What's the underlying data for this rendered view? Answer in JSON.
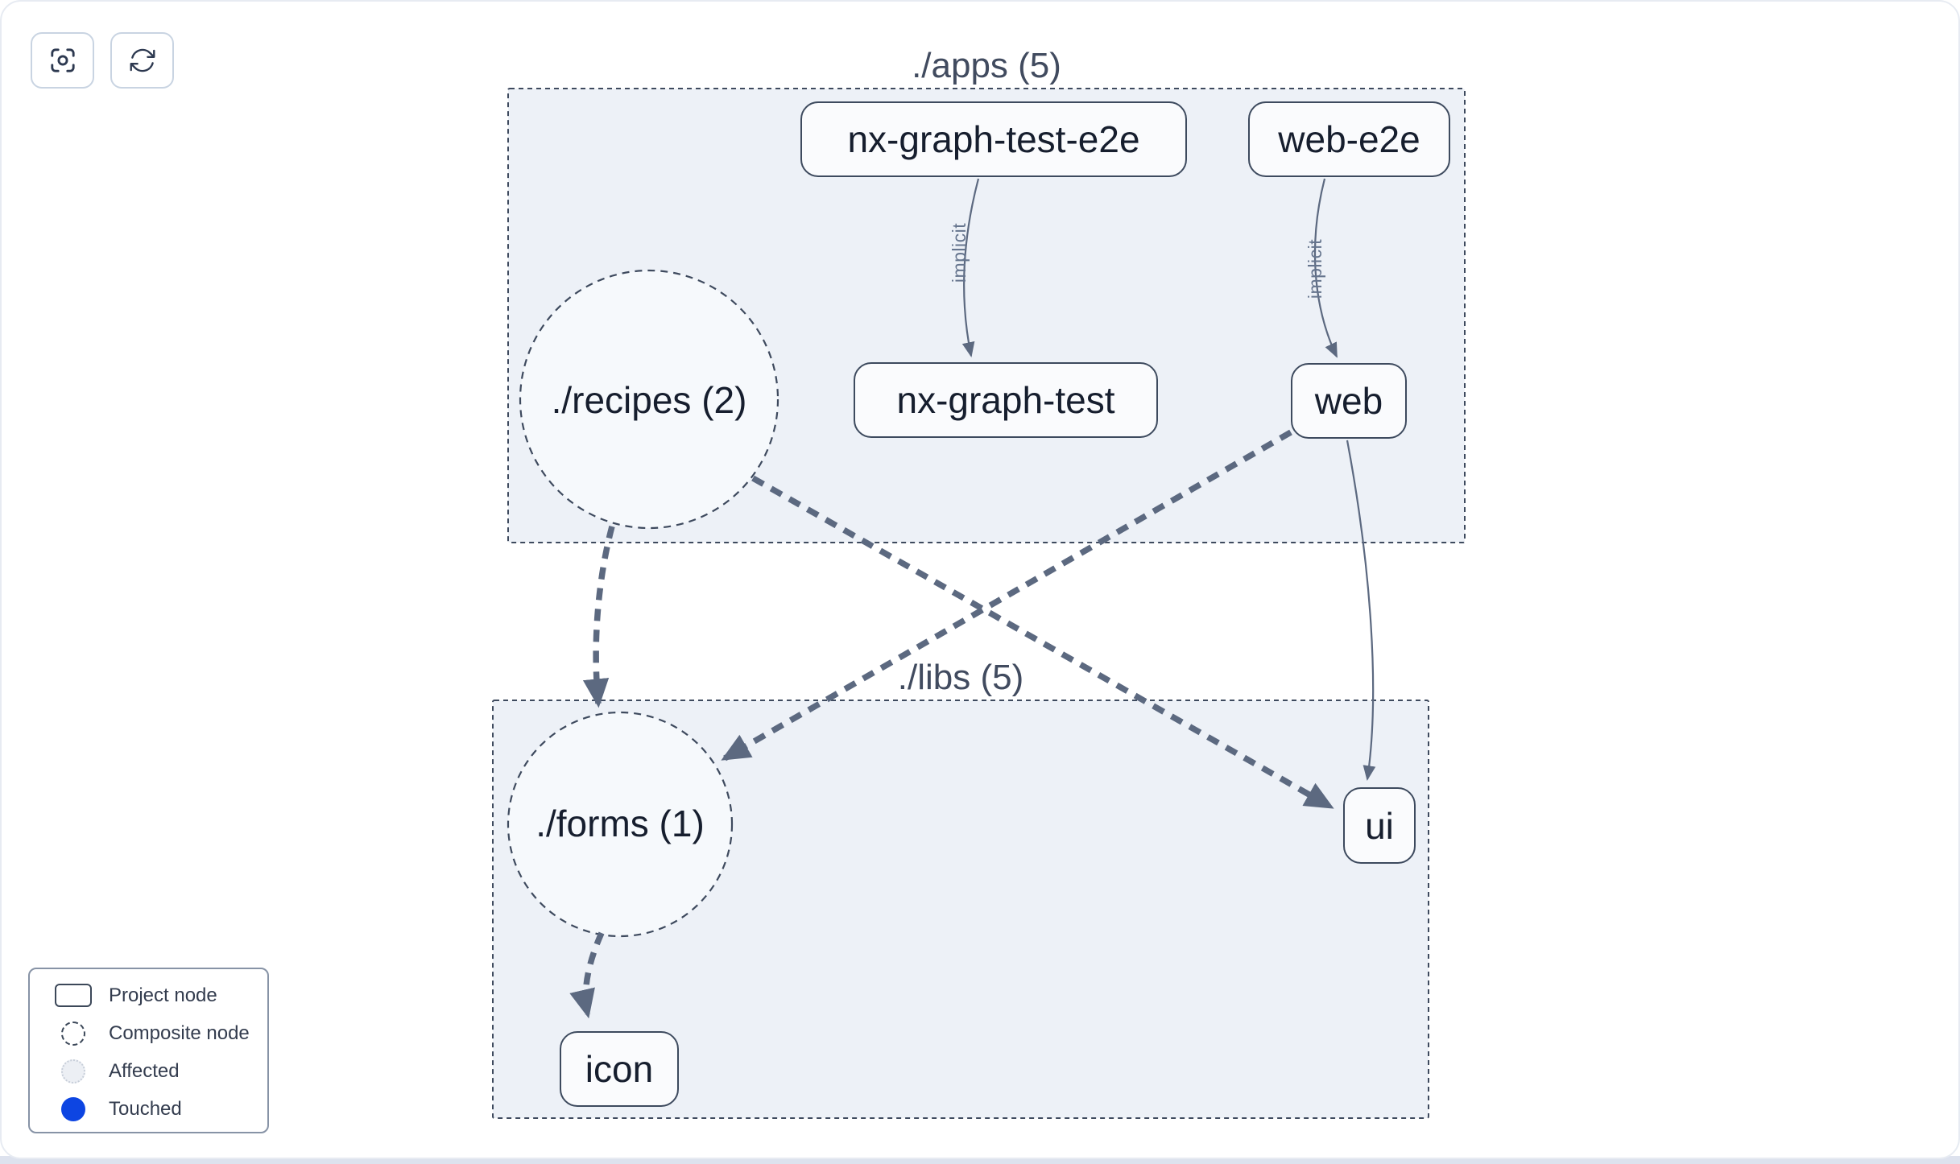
{
  "toolbar": {
    "buttons": [
      {
        "name": "focus",
        "icon": "focus-icon"
      },
      {
        "name": "refresh",
        "icon": "refresh-icon"
      }
    ]
  },
  "graph": {
    "groups": [
      {
        "id": "apps",
        "label": "./apps (5)"
      },
      {
        "id": "libs",
        "label": "./libs (5)"
      }
    ],
    "composites": [
      {
        "id": "recipes",
        "label": "./recipes (2)"
      },
      {
        "id": "forms",
        "label": "./forms (1)"
      }
    ],
    "projects": [
      {
        "id": "nx-graph-test-e2e",
        "label": "nx-graph-test-e2e"
      },
      {
        "id": "web-e2e",
        "label": "web-e2e"
      },
      {
        "id": "nx-graph-test",
        "label": "nx-graph-test"
      },
      {
        "id": "web",
        "label": "web"
      },
      {
        "id": "ui",
        "label": "ui"
      },
      {
        "id": "icon",
        "label": "icon"
      }
    ],
    "edges": [
      {
        "from": "nx-graph-test-e2e",
        "to": "nx-graph-test",
        "label": "implicit",
        "style": "solid"
      },
      {
        "from": "web-e2e",
        "to": "web",
        "label": "implicit",
        "style": "solid"
      },
      {
        "from": "./recipes",
        "to": "./forms",
        "label": "",
        "style": "thick-dashed"
      },
      {
        "from": "./recipes",
        "to": "ui",
        "label": "",
        "style": "thick-dashed"
      },
      {
        "from": "web",
        "to": "./forms",
        "label": "",
        "style": "thick-dashed"
      },
      {
        "from": "web",
        "to": "ui",
        "label": "",
        "style": "solid"
      },
      {
        "from": "./forms",
        "to": "icon",
        "label": "",
        "style": "thick-dashed"
      }
    ]
  },
  "legend": {
    "items": [
      {
        "swatch": "project-node",
        "label": "Project node"
      },
      {
        "swatch": "composite-node",
        "label": "Composite node"
      },
      {
        "swatch": "affected",
        "label": "Affected"
      },
      {
        "swatch": "touched",
        "label": "Touched"
      }
    ]
  },
  "colors": {
    "touched_blue": "#0d45e2",
    "group_fill": "#edf1f7",
    "node_fill": "#fafbfd",
    "node_border": "#3d4a5e",
    "edge": "#5c6980",
    "edge_label": "#66758e",
    "canvas_border": "#e7ebf2",
    "bottom_strip": "#dde2ee"
  }
}
